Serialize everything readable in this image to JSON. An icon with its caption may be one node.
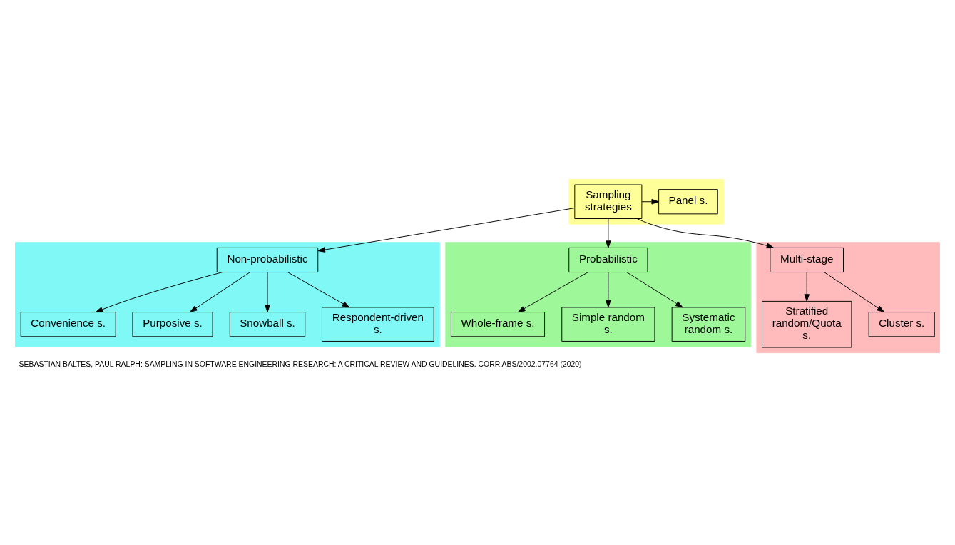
{
  "diagram": {
    "caption": "SEBASTIAN BALTES, PAUL RALPH: SAMPLING IN SOFTWARE ENGINEERING RESEARCH: A CRITICAL REVIEW AND GUIDELINES. CORR ABS/2002.07764 (2020)",
    "nodes": [
      {
        "text": [],
        "shape": "box"
      },
      {
        "text": [
          "Sampling strategies"
        ],
        "in": 0
      },
      {
        "text": [
          "Panel s."
        ],
        "in": 0
      },
      {
        "text": [],
        "shape": "box"
      },
      {
        "text": [
          "Non-probabilistic"
        ],
        "in": 3
      },
      {
        "text": [
          "Convenience s."
        ],
        "in": 3
      },
      {
        "text": [
          "Purposive s."
        ],
        "in": 3
      },
      {
        "text": [
          "Snowball s."
        ],
        "in": 3
      },
      {
        "text": [
          "Respondent-driven s."
        ],
        "in": 3
      },
      {
        "text": [],
        "shape": "box"
      },
      {
        "text": [
          "Probabilistic"
        ],
        "in": 9
      },
      {
        "text": [
          "Whole-frame s."
        ],
        "in": 9
      },
      {
        "text": [
          "Simple random s."
        ],
        "in": 9
      },
      {
        "text": [
          "Systematic random s."
        ],
        "in": 9
      },
      {
        "text": [],
        "shape": "box"
      },
      {
        "text": [
          "Multi-stage"
        ],
        "in": 14
      },
      {
        "text": [
          "Stratified random/Quota s."
        ],
        "in": 14
      },
      {
        "text": [
          "Cluster s."
        ],
        "in": 14
      }
    ],
    "edges": [
      {
        "from": 1,
        "to": 2,
        "arrow": "to"
      },
      {
        "from": 1,
        "to": 4,
        "arrow": "to"
      },
      {
        "from": 1,
        "to": 10,
        "arrow": "to"
      },
      {
        "from": 1,
        "to": 15,
        "arrow": "to"
      },
      {
        "from": 4,
        "to": 5,
        "arrow": "to"
      },
      {
        "from": 4,
        "to": 6,
        "arrow": "to"
      },
      {
        "from": 4,
        "to": 7,
        "arrow": "to"
      },
      {
        "from": 4,
        "to": 8,
        "arrow": "to"
      },
      {
        "from": 10,
        "to": 11,
        "arrow": "to"
      },
      {
        "from": 10,
        "to": 12,
        "arrow": "to"
      },
      {
        "from": 10,
        "to": 13,
        "arrow": "to"
      },
      {
        "from": 15,
        "to": 16,
        "arrow": "to"
      },
      {
        "from": 15,
        "to": 17,
        "arrow": "to"
      }
    ]
  }
}
